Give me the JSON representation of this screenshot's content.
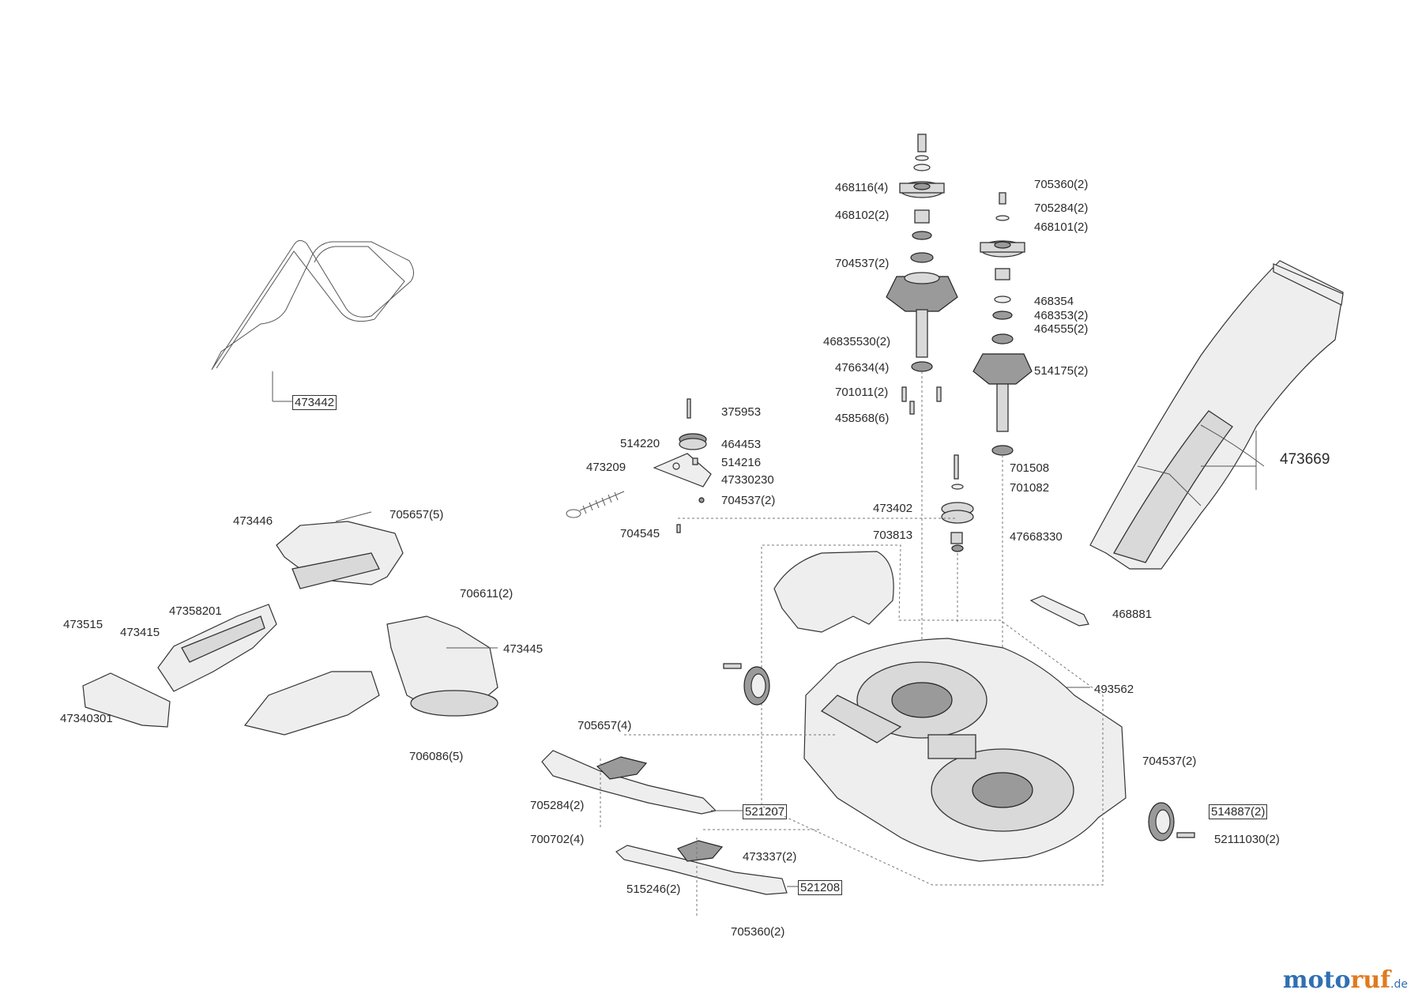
{
  "labels": {
    "p473442": "473442",
    "p473669": "473669",
    "p468116": "468116(4)",
    "p468102": "468102(2)",
    "p704537a": "704537(2)",
    "p46835530": "46835530(2)",
    "p476634": "476634(4)",
    "p701011": "701011(2)",
    "p458568": "458568(6)",
    "p705360a": "705360(2)",
    "p705284a": "705284(2)",
    "p468101": "468101(2)",
    "p468354": "468354",
    "p468353": "468353(2)",
    "p464555": "464555(2)",
    "p514175": "514175(2)",
    "p701508": "701508",
    "p701082": "701082",
    "p473402": "473402",
    "p703813": "703813",
    "p47668330": "47668330",
    "p375953": "375953",
    "p514220": "514220",
    "p464453": "464453",
    "p514216": "514216",
    "p47330230": "47330230",
    "p473209": "473209",
    "p704537b": "704537(2)",
    "p704545": "704545",
    "p468881": "468881",
    "p493562": "493562",
    "p473446": "473446",
    "p705657a": "705657(5)",
    "p706611": "706611(2)",
    "p473445": "473445",
    "p473515": "473515",
    "p473415": "473415",
    "p47358201": "47358201",
    "p47340301": "47340301",
    "p706086": "706086(5)",
    "p705657b": "705657(4)",
    "p705284b": "705284(2)",
    "p700702": "700702(4)",
    "p521207": "521207",
    "p473337": "473337(2)",
    "p515246": "515246(2)",
    "p521208": "521208",
    "p705360b": "705360(2)",
    "p704537c": "704537(2)",
    "p514887": "514887(2)",
    "p52111030": "52111030(2)"
  },
  "brand": {
    "part1": "moto",
    "part2": "ruf",
    "part3": ".de"
  },
  "colors": {
    "brand_blue": "#2f6fb3",
    "brand_orange": "#e07a1f",
    "line": "#555555"
  }
}
